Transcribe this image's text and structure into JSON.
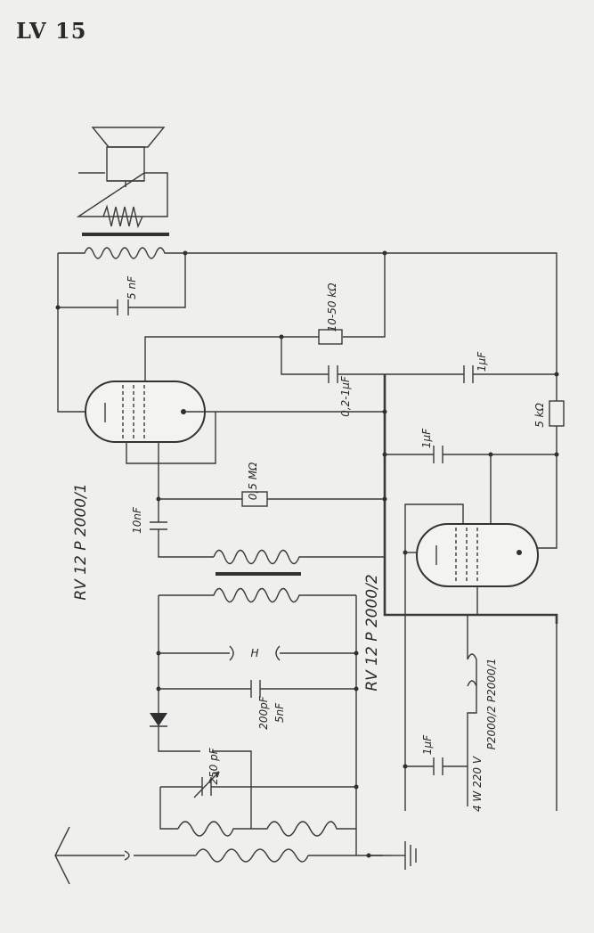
{
  "title": "LV 15",
  "labels": {
    "c_5nf": "5 nF",
    "r_10_50": "10-50 kΩ",
    "c_02_1uf": "0,2-1µF",
    "c_1uf_top": "1µF",
    "r_5k": "5 kΩ",
    "c_1uf_mid": "1µF",
    "r_05m": "0,5 MΩ",
    "c_10nf": "10nF",
    "tube1": "RV 12 P 2000/1",
    "tube2": "RV 12 P 2000/2",
    "heater": "H",
    "c_200pf": "200pF",
    "c_5nf_b": "5nF",
    "c_250pf": "250 pF",
    "c_1uf_psu": "1µF",
    "heater_labels": "P2000/2 P2000/1",
    "supply": "4 W 220 V"
  }
}
